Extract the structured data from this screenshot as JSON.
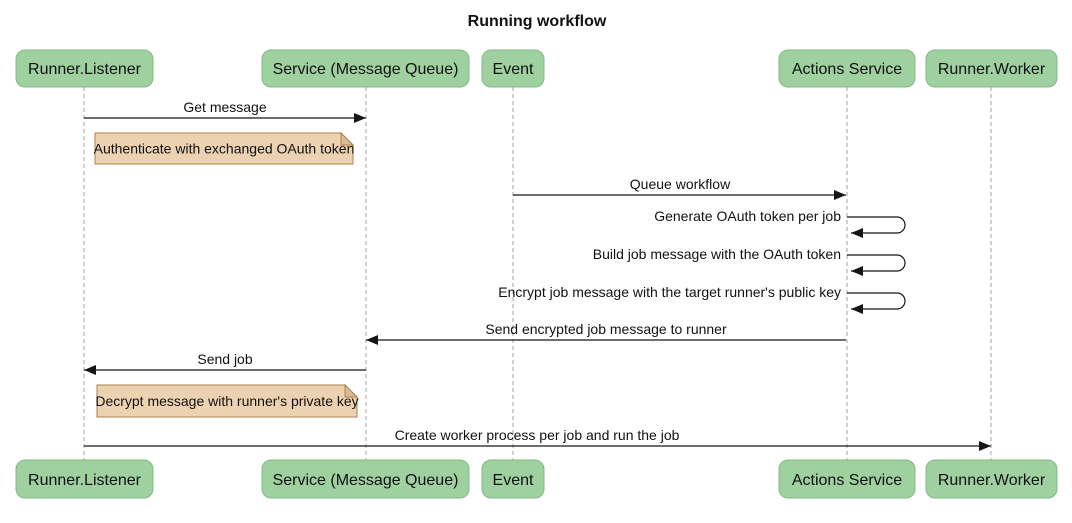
{
  "diagram": {
    "type": "sequence-diagram",
    "title": "Running workflow",
    "colors": {
      "actor_fill": "#9ed0a0",
      "actor_stroke": "#84b886",
      "note_fill": "#ecd2b0",
      "note_stroke": "#a8824e",
      "note_fold": "#d9bc95",
      "lifeline": "#a3a3a3",
      "arrow": "#161616",
      "text": "#111111",
      "background": "#ffffff"
    },
    "actors": [
      {
        "id": "runner-listener",
        "label": "Runner.Listener"
      },
      {
        "id": "service-mq",
        "label": "Service (Message Queue)"
      },
      {
        "id": "event",
        "label": "Event"
      },
      {
        "id": "actions-service",
        "label": "Actions Service"
      },
      {
        "id": "runner-worker",
        "label": "Runner.Worker"
      }
    ],
    "messages": [
      {
        "from": "Runner.Listener",
        "to": "Service (Message Queue)",
        "label": "Get message"
      },
      {
        "from": "Event",
        "to": "Actions Service",
        "label": "Queue workflow"
      },
      {
        "from": "Actions Service",
        "to": "Actions Service",
        "label": "Generate OAuth token per job"
      },
      {
        "from": "Actions Service",
        "to": "Actions Service",
        "label": "Build job message with the OAuth token"
      },
      {
        "from": "Actions Service",
        "to": "Actions Service",
        "label": "Encrypt job message with the target runner's public key"
      },
      {
        "from": "Actions Service",
        "to": "Service (Message Queue)",
        "label": "Send encrypted job message to runner"
      },
      {
        "from": "Service (Message Queue)",
        "to": "Runner.Listener",
        "label": "Send job"
      },
      {
        "from": "Runner.Listener",
        "to": "Runner.Worker",
        "label": "Create worker process per job and run the job"
      }
    ],
    "notes": [
      {
        "over": "Runner.Listener",
        "label": "Authenticate with exchanged OAuth token"
      },
      {
        "over": "Runner.Listener",
        "label": "Decrypt message with runner's private key"
      }
    ]
  }
}
